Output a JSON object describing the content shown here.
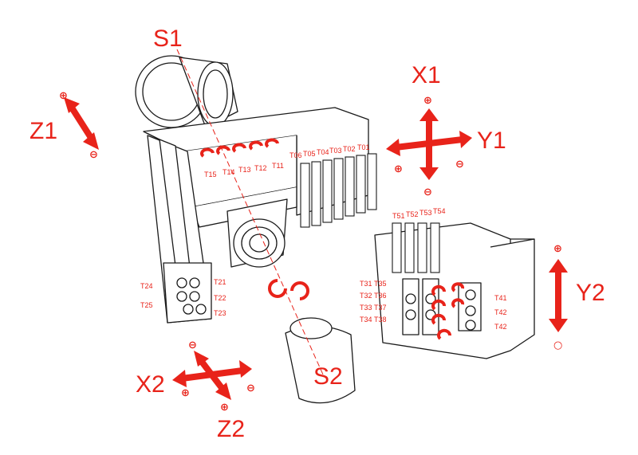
{
  "axes": {
    "z1": {
      "label": "Z1",
      "plus": "⊕",
      "minus": "⊖"
    },
    "x1": {
      "label": "X1",
      "plus": "⊕",
      "minus": "⊖"
    },
    "y1": {
      "label": "Y1",
      "plus": "⊕",
      "minus": "⊖"
    },
    "x2": {
      "label": "X2",
      "plus": "⊕",
      "minus": "⊖"
    },
    "z2": {
      "label": "Z2",
      "plus": "⊕",
      "minus": "⊖"
    },
    "y2": {
      "label": "Y2",
      "plus": "⊕",
      "minus": "○"
    }
  },
  "spindles": {
    "s1": "S1",
    "s2": "S2"
  },
  "tools": {
    "upper_rotating": [
      "T15",
      "T14",
      "T13",
      "T12",
      "T11"
    ],
    "upper_fixed": [
      "T06",
      "T05",
      "T04",
      "T03",
      "T02",
      "T01"
    ],
    "left_left": [
      "T24",
      "T25"
    ],
    "left_right": [
      "T21",
      "T22",
      "T23"
    ],
    "lower_top": [
      "T51",
      "T52",
      "T53",
      "T54"
    ],
    "lower_left_a": [
      "T31",
      "T32",
      "T33",
      "T34"
    ],
    "lower_left_b": [
      "T35",
      "T36",
      "T37",
      "T38"
    ],
    "lower_right": [
      "T41",
      "T42",
      "T42"
    ]
  },
  "colors": {
    "accent": "#e8231a",
    "outline": "#1a1a1a",
    "background": "#ffffff"
  }
}
